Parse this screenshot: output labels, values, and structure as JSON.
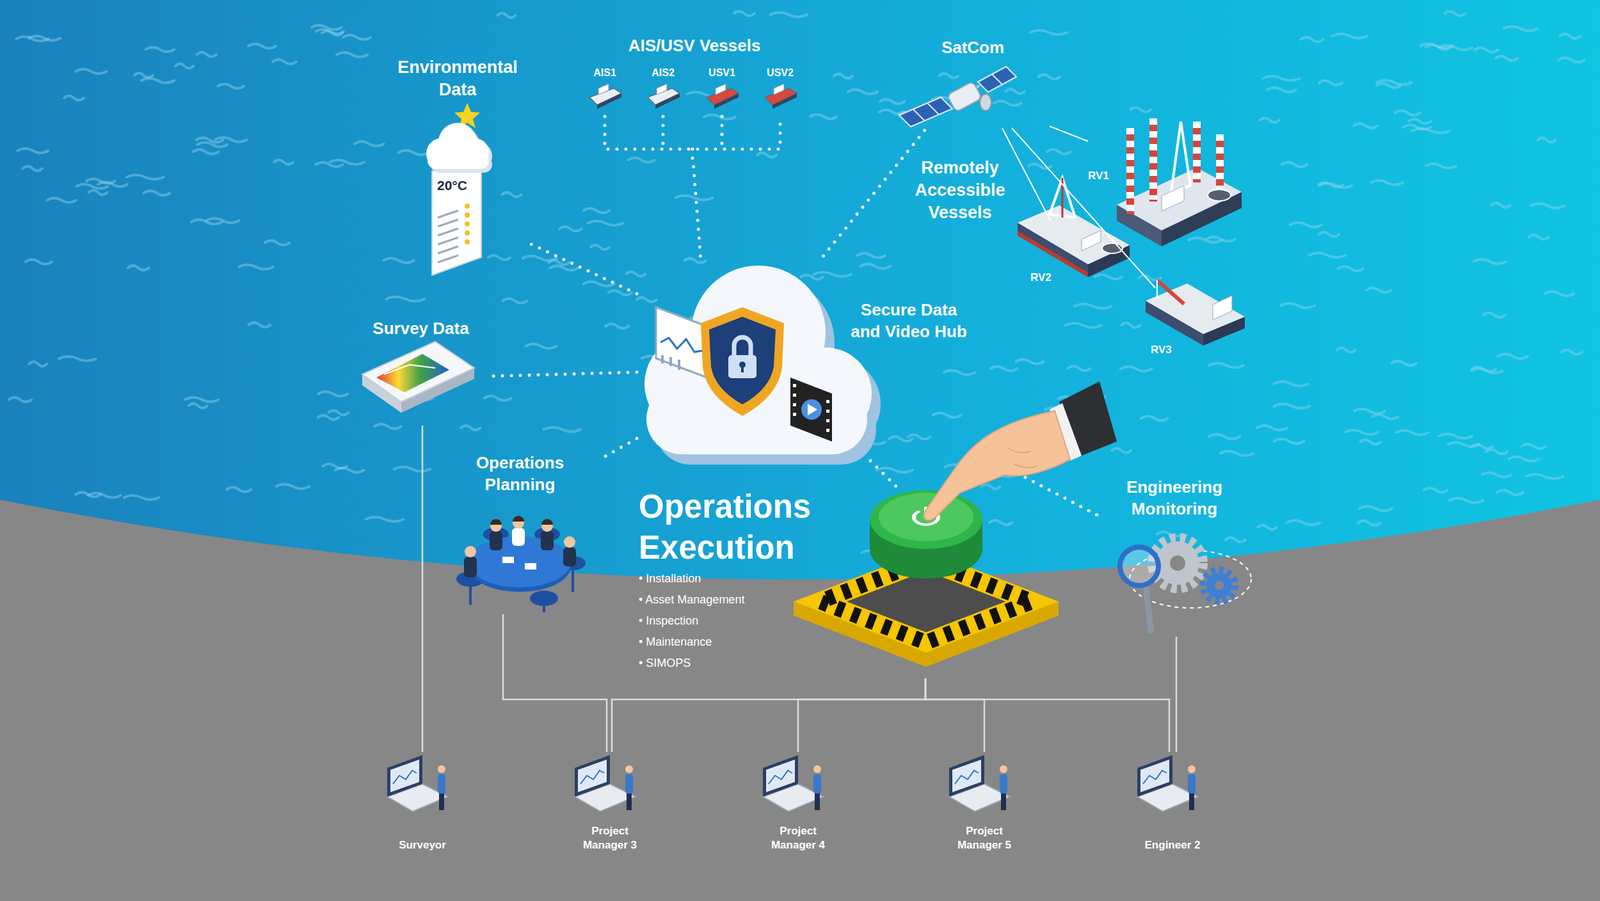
{
  "diagram": {
    "nodes": [
      {
        "text": [
          "Environmental Data"
        ]
      },
      {
        "text": [
          "AIS/USV Vessels"
        ]
      },
      {
        "text": [
          "AIS1"
        ],
        "in": 1
      },
      {
        "text": [
          "AIS2"
        ],
        "in": 1
      },
      {
        "text": [
          "USV1"
        ],
        "in": 1
      },
      {
        "text": [
          "USV2"
        ],
        "in": 1
      },
      {
        "text": [
          "SatCom"
        ]
      },
      {
        "text": [
          "Remotely Accessible Vessels"
        ]
      },
      {
        "text": [
          "RV1"
        ]
      },
      {
        "text": [
          "RV2"
        ]
      },
      {
        "text": [
          "RV3"
        ]
      },
      {
        "text": [
          "Secure Data and Video Hub"
        ]
      },
      {
        "text": [
          "Survey Data"
        ]
      },
      {
        "text": [
          "Operations Planning"
        ]
      },
      {
        "text": [
          "Operations Execution",
          "• Installation",
          "• Asset Management",
          "• Inspection",
          "• Maintenance",
          "• SIMOPS"
        ]
      },
      {
        "text": [
          "Engineering Monitoring"
        ]
      },
      {
        "text": [
          "Surveyor"
        ]
      },
      {
        "text": [
          "Project Manager 3"
        ]
      },
      {
        "text": [
          "Project Manager 4"
        ]
      },
      {
        "text": [
          "Project Manager 5"
        ]
      },
      {
        "text": [
          "Engineer 2"
        ]
      }
    ],
    "edges": [
      {
        "from": 11,
        "to": 0,
        "arrow": "none"
      },
      {
        "from": 11,
        "to": 1,
        "arrow": "none"
      },
      {
        "from": 11,
        "to": 6,
        "arrow": "none"
      },
      {
        "from": 6,
        "to": 8,
        "arrow": "none"
      },
      {
        "from": 6,
        "to": 9,
        "arrow": "none"
      },
      {
        "from": 6,
        "to": 10,
        "arrow": "none"
      },
      {
        "from": 11,
        "to": 12,
        "arrow": "none"
      },
      {
        "from": 11,
        "to": 13,
        "arrow": "none"
      },
      {
        "from": 11,
        "to": 14,
        "arrow": "none"
      },
      {
        "from": 11,
        "to": 15,
        "arrow": "none"
      },
      {
        "from": 12,
        "to": 16,
        "arrow": "none"
      },
      {
        "from": 13,
        "to": 17,
        "arrow": "none"
      },
      {
        "from": 14,
        "to": 17,
        "arrow": "none"
      },
      {
        "from": 14,
        "to": 18,
        "arrow": "none"
      },
      {
        "from": 14,
        "to": 19,
        "arrow": "none"
      },
      {
        "from": 14,
        "to": 20,
        "arrow": "none"
      },
      {
        "from": 15,
        "to": 20,
        "arrow": "none"
      }
    ],
    "labels": [
      "20°C"
    ]
  }
}
